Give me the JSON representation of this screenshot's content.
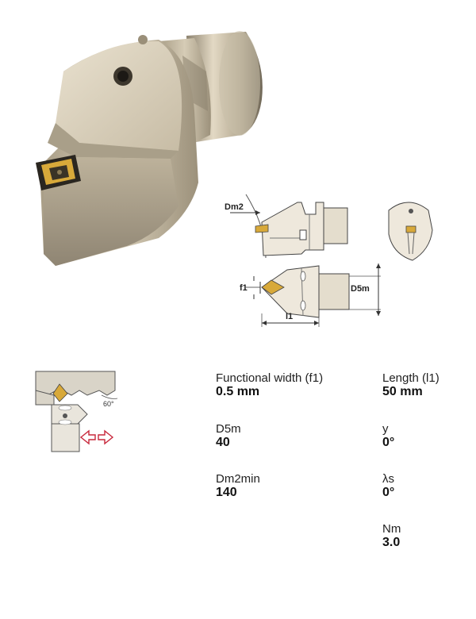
{
  "drawing_labels": {
    "dm2": "Dm2",
    "f1": "f1",
    "d5m": "D5m",
    "l1": "l1",
    "angle": "60°"
  },
  "specs": {
    "functional_width": {
      "label": "Functional width (f1)",
      "value": "0.5 mm"
    },
    "length": {
      "label": "Length (l1)",
      "value": "50 mm"
    },
    "d5m": {
      "label": "D5m",
      "value": "40"
    },
    "y": {
      "label": "y",
      "value": "0°"
    },
    "dm2min": {
      "label": "Dm2min",
      "value": "140"
    },
    "lambda_s": {
      "label": "λs",
      "value": "0°"
    },
    "nm": {
      "label": "Nm",
      "value": "3.0"
    }
  },
  "colors": {
    "holder_metal": "#cfc3ac",
    "insert_gold": "#d8a93a",
    "arrow_red": "#c8283c"
  },
  "icons": [
    "tool-holder-photo",
    "double-arrow-icon"
  ]
}
